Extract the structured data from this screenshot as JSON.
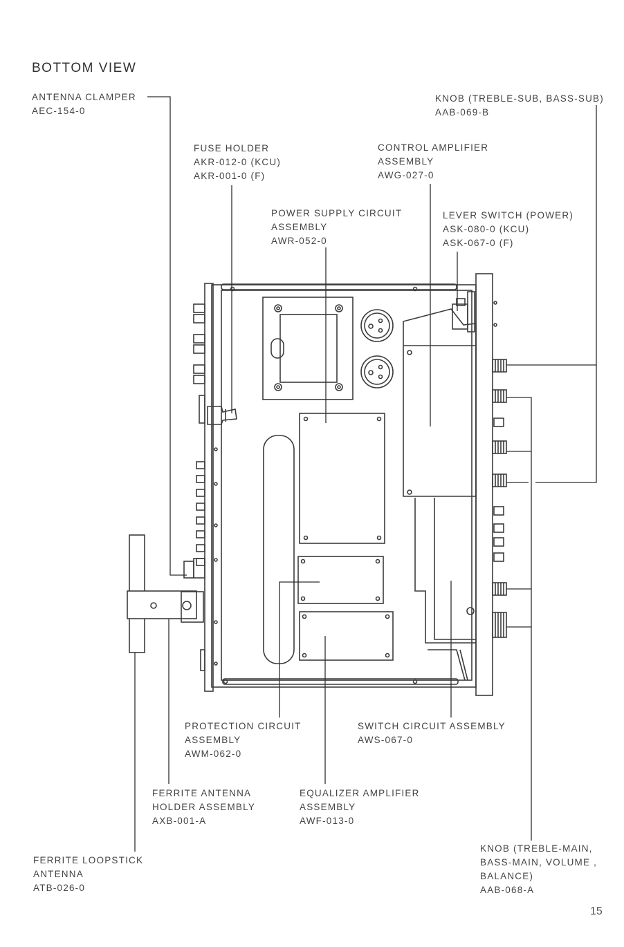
{
  "page": {
    "title": "BOTTOM VIEW",
    "number": "15"
  },
  "labels": {
    "antenna_clamper": [
      "ANTENNA CLAMPER",
      "AEC-154-0"
    ],
    "knob_sub": [
      "KNOB (TREBLE-SUB, BASS-SUB)",
      "AAB-069-B"
    ],
    "fuse_holder": [
      "FUSE HOLDER",
      "AKR-012-0 (KCU)",
      "AKR-001-0 (F)"
    ],
    "control_amplifier": [
      "CONTROL AMPLIFIER",
      "ASSEMBLY",
      "AWG-027-0"
    ],
    "power_supply": [
      "POWER SUPPLY CIRCUIT",
      "ASSEMBLY",
      "AWR-052-0"
    ],
    "lever_switch": [
      "LEVER SWITCH (POWER)",
      "ASK-080-0 (KCU)",
      "ASK-067-0 (F)"
    ],
    "protection_circuit": [
      "PROTECTION CIRCUIT",
      "ASSEMBLY",
      "AWM-062-0"
    ],
    "switch_circuit": [
      "SWITCH CIRCUIT ASSEMBLY",
      "AWS-067-0"
    ],
    "ferrite_holder": [
      "FERRITE ANTENNA",
      "HOLDER ASSEMBLY",
      "AXB-001-A"
    ],
    "equalizer_amplifier": [
      "EQUALIZER AMPLIFIER",
      "ASSEMBLY",
      "AWF-013-0"
    ],
    "ferrite_loopstick": [
      "FERRITE LOOPSTICK",
      "ANTENNA",
      "ATB-026-0"
    ],
    "knob_main": [
      "KNOB (TREBLE-MAIN,",
      "BASS-MAIN, VOLUME ,",
      "BALANCE)",
      "AAB-068-A"
    ]
  },
  "colors": {
    "ink": "#3c3c3c",
    "paper": "#ffffff"
  }
}
